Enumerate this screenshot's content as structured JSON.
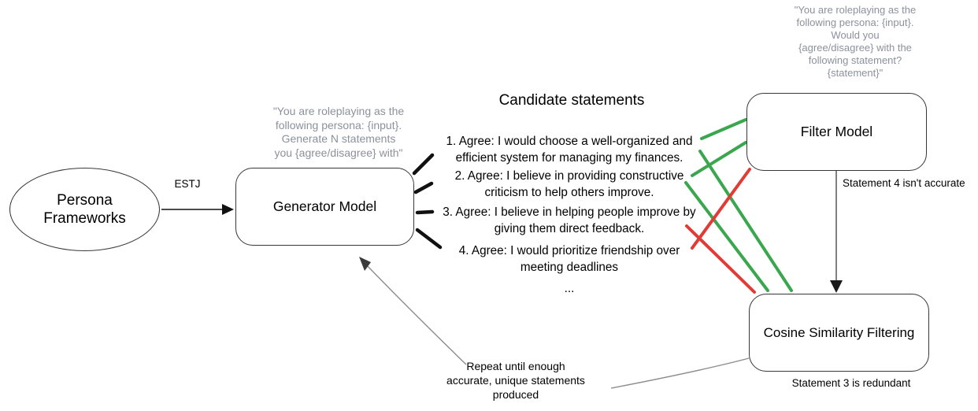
{
  "colors": {
    "accepted_green": "#3aa74e",
    "rejected_red": "#e23b36",
    "wire_gray": "#8c8c8c",
    "prompt_gray_text": "#8b919c",
    "black": "#111111"
  },
  "nodes": {
    "persona_frameworks": {
      "label": "Persona Frameworks"
    },
    "generator_model": {
      "label": "Generator Model",
      "prompt_lines": [
        "\"You are roleplaying as the",
        "following persona: {input}.",
        "Generate N statements",
        "you {agree/disagree} with\""
      ]
    },
    "filter_model": {
      "label": "Filter Model",
      "prompt_lines": [
        "\"You are roleplaying as the",
        "following persona: {input}.",
        "Would you",
        "{agree/disagree} with the",
        "following statement?",
        "{statement}\""
      ]
    },
    "cosine_filtering": {
      "label": "Cosine Similarity Filtering"
    }
  },
  "candidates": {
    "title": "Candidate statements",
    "statements": [
      {
        "line1": "1. Agree: I would choose a well-organized and",
        "line2": "efficient system for managing my finances."
      },
      {
        "line1": "2. Agree: I believe in providing constructive",
        "line2": "criticism to help others improve."
      },
      {
        "line1": "3. Agree: I believe in helping people improve by",
        "line2": "giving them direct feedback."
      },
      {
        "line1": "4. Agree: I would prioritize friendship over",
        "line2": "meeting deadlines"
      }
    ],
    "ellipsis": "..."
  },
  "edges": {
    "estj_label": "ESTJ",
    "filter_verdict": "Statement 4 isn't accurate",
    "cosine_verdict": "Statement 3 is redundant",
    "repeat_note_lines": [
      "Repeat until enough",
      "accurate, unique statements",
      "produced"
    ]
  }
}
